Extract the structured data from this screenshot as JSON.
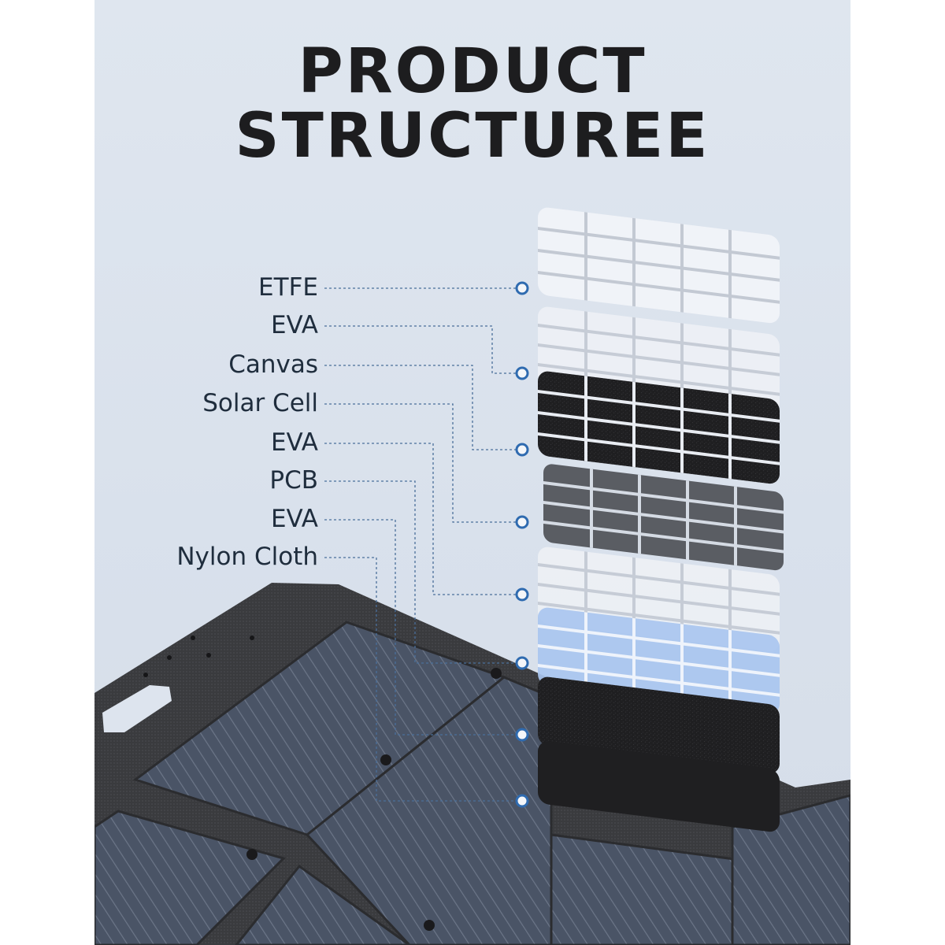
{
  "title": {
    "line1": "PRODUCT",
    "line2": "STRUCTUREE"
  },
  "layers": [
    {
      "label": "ETFE",
      "material": "transparent-film"
    },
    {
      "label": "EVA",
      "material": "transparent-film"
    },
    {
      "label": "Canvas",
      "material": "dark-textured"
    },
    {
      "label": "Solar Cell",
      "material": "dark-grey-cells"
    },
    {
      "label": "EVA",
      "material": "transparent-film"
    },
    {
      "label": "PCB",
      "material": "light-blue-board"
    },
    {
      "label": "EVA",
      "material": "black-textured"
    },
    {
      "label": "Nylon Cloth",
      "material": "black-cloth"
    }
  ],
  "colors": {
    "background": "#dde4ee",
    "title": "#1d1d1f",
    "label_text": "#1f2d3d",
    "connector": "#4a6f9a",
    "connector_dot": "#2f6bb0",
    "panel_fabric": "#3a3b3e",
    "solar_cell": "#4a5466"
  }
}
